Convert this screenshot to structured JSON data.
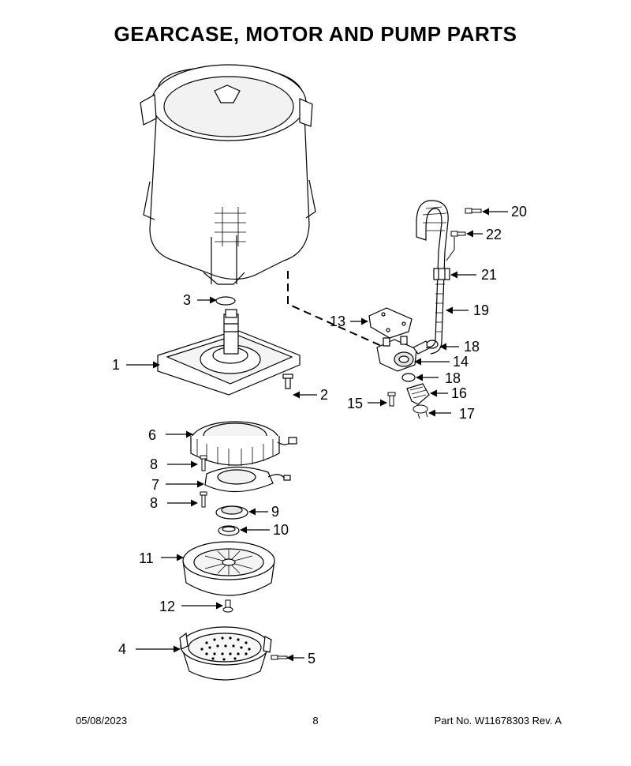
{
  "title": "GEARCASE, MOTOR AND PUMP PARTS",
  "callouts": [
    "1",
    "2",
    "3",
    "4",
    "5",
    "6",
    "7",
    "8",
    "8",
    "9",
    "10",
    "11",
    "12",
    "13",
    "14",
    "15",
    "16",
    "17",
    "18",
    "18",
    "19",
    "20",
    "21",
    "22"
  ],
  "footer": {
    "date": "05/08/2023",
    "page": "8",
    "part_no": "Part No.  W11678303  Rev.  A"
  },
  "colors": {
    "line": "#000000",
    "fill": "#ffffff",
    "shade": "#e6e6e6"
  }
}
